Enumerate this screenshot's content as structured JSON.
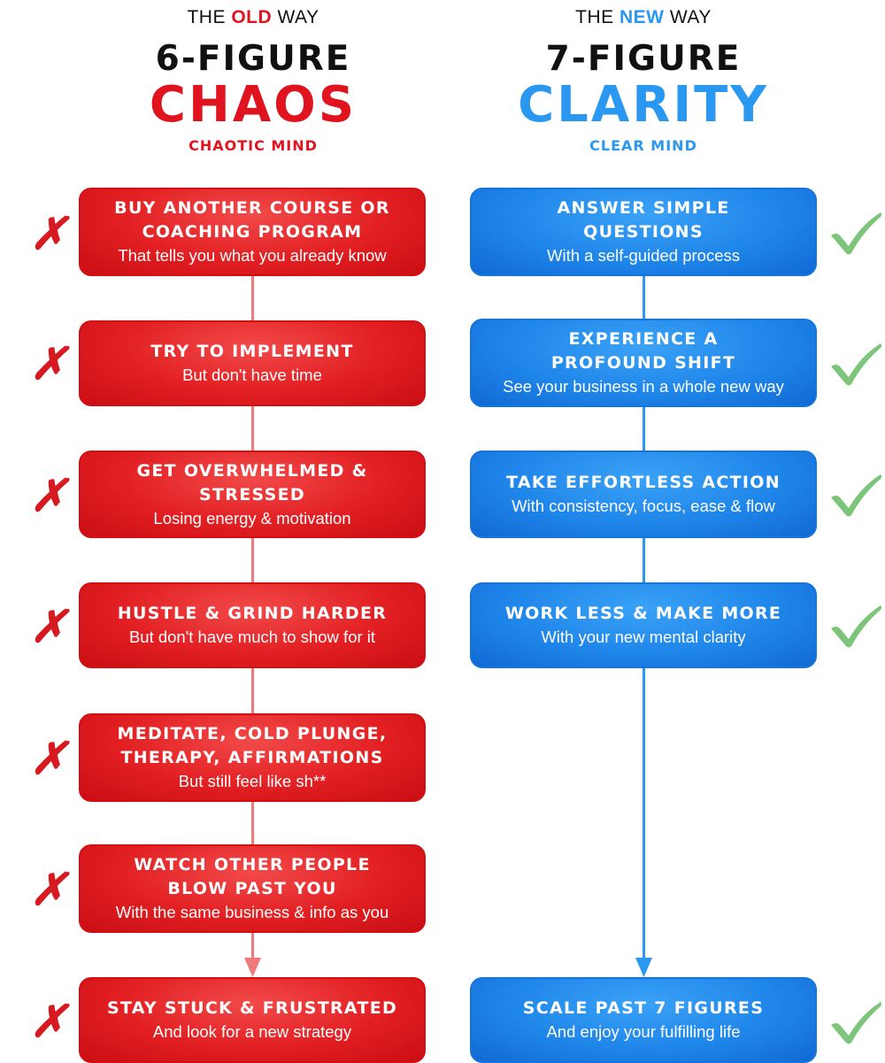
{
  "old_way": {
    "kicker_pre": "THE ",
    "kicker_highlight": "OLD",
    "kicker_post": " WAY",
    "figure": "6-FIGURE",
    "big_word": "CHAOS",
    "subtitle": "CHAOTIC MIND",
    "accent_color": "#e0141e",
    "steps": [
      {
        "title": "BUY ANOTHER COURSE OR COACHING PROGRAM",
        "desc": "That tells you what you already know"
      },
      {
        "title": "TRY TO IMPLEMENT",
        "desc": "But don't have time"
      },
      {
        "title": "GET OVERWHELMED & STRESSED",
        "desc": "Losing energy & motivation"
      },
      {
        "title": "HUSTLE & GRIND HARDER",
        "desc": "But don't have much to show for it"
      },
      {
        "title": "MEDITATE, COLD PLUNGE, THERAPY, AFFIRMATIONS",
        "desc": "But still feel like sh**"
      },
      {
        "title": "WATCH OTHER PEOPLE BLOW PAST YOU",
        "desc": "With the same business & info as you"
      },
      {
        "title": "STAY STUCK & FRUSTRATED",
        "desc": "And look for a new strategy"
      }
    ],
    "mark_icon": "x-mark-icon"
  },
  "new_way": {
    "kicker_pre": "THE ",
    "kicker_highlight": "NEW",
    "kicker_post": " WAY",
    "figure": "7-FIGURE",
    "big_word": "CLARITY",
    "subtitle": "CLEAR MIND",
    "accent_color": "#2a97f0",
    "steps": [
      {
        "title": "ANSWER SIMPLE QUESTIONS",
        "desc": "With a self-guided process"
      },
      {
        "title": "EXPERIENCE A PROFOUND SHIFT",
        "desc": "See your business in a whole new way"
      },
      {
        "title": "TAKE EFFORTLESS ACTION",
        "desc": "With consistency, focus, ease & flow"
      },
      {
        "title": "WORK LESS & MAKE MORE",
        "desc": "With your new mental clarity"
      },
      {
        "title": "SCALE PAST 7 FIGURES",
        "desc": "And enjoy your fulfilling life"
      }
    ],
    "mark_icon": "check-mark-icon"
  }
}
